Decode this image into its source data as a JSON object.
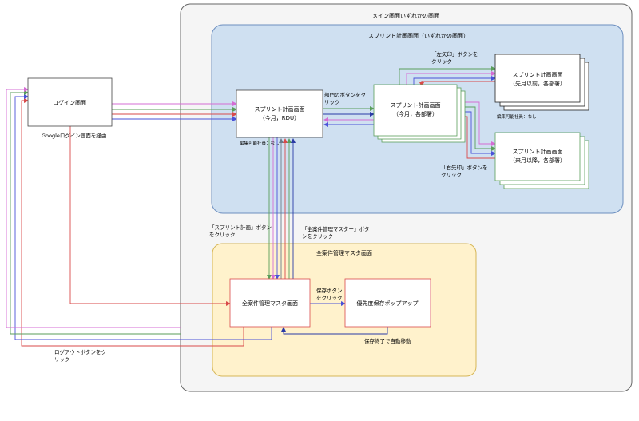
{
  "containers": {
    "main": "メイン画面いずれかの画面",
    "sprint": "スプリント計画画面（いずれかの画面）",
    "master": "全案件管理マスタ画面"
  },
  "boxes": {
    "login": "ログイン画面",
    "sprint_rdu": [
      "スプリント計画画面",
      "（今月，RDU）"
    ],
    "sprint_dept": [
      "スプリント計画画面",
      "（今月，各部署）"
    ],
    "sprint_prev": [
      "スプリント計画画面",
      "（先月以前，各部署）"
    ],
    "sprint_next": [
      "スプリント計画画面",
      "（来月以降，各部署）"
    ],
    "master_main": "全案件管理マスタ画面",
    "popup": "優先度保存ポップアップ"
  },
  "labels": {
    "google": "Googleログイン画面を経由",
    "dept_button": [
      "部門のボタンをク",
      "リック"
    ],
    "left_arrow": [
      "「左矢印」ボタンを",
      "クリック"
    ],
    "right_arrow": [
      "「右矢印」ボタンを",
      "クリック"
    ],
    "editable_none_1": "編集可能社員：なし",
    "editable_none_2": "編集可能社員：なし",
    "sprint_btn": [
      "「スプリント計画」ボタン",
      "をクリック"
    ],
    "master_btn": [
      "「全案件管理マスター」ボタ",
      "ンをクリック"
    ],
    "save_btn": [
      "保存ボタン",
      "をクリック"
    ],
    "save_done": "保存終了で自動移動",
    "logout": [
      "ログアウトボタンをク",
      "リック"
    ]
  },
  "colors": {
    "sprint_bg": "#cfe0f1",
    "sprint_stroke": "#6c8ebf",
    "master_bg": "#fff2cc",
    "master_stroke": "#d6b656",
    "main_bg": "#f5f5f5",
    "main_stroke": "#666666",
    "line_magenta": "#d46cd4",
    "line_green": "#5a9e5a",
    "line_blue": "#4a52d8",
    "line_red": "#d94a4a",
    "line_navy": "#2a3aa6",
    "line_gray": "#6a7a8a"
  }
}
